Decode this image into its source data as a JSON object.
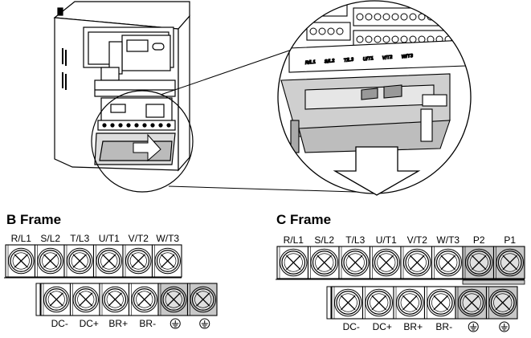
{
  "b_frame": {
    "title": "B Frame",
    "top_terminals": [
      "R/L1",
      "S/L2",
      "T/L3",
      "U/T1",
      "V/T2",
      "W/T3"
    ],
    "bottom_terminals": [
      "DC-",
      "DC+",
      "BR+",
      "BR-",
      "ground",
      "ground"
    ]
  },
  "c_frame": {
    "title": "C Frame",
    "top_terminals": [
      "R/L1",
      "S/L2",
      "T/L3",
      "U/T1",
      "V/T2",
      "W/T3",
      "P2",
      "P1"
    ],
    "bottom_terminals": [
      "DC-",
      "DC+",
      "BR+",
      "BR-",
      "ground",
      "ground"
    ]
  },
  "detail_labels": [
    "R/L1",
    "S/L2",
    "T/L3",
    "U/T1",
    "V/T2",
    "W/T3"
  ],
  "colors": {
    "ink": "#000000",
    "shaded": "#c8c8c8",
    "body": "#ffffff"
  },
  "icons": {
    "terminal": "x-circle-icon",
    "ground": "ground-icon",
    "arrow": "down-arrow-icon"
  }
}
